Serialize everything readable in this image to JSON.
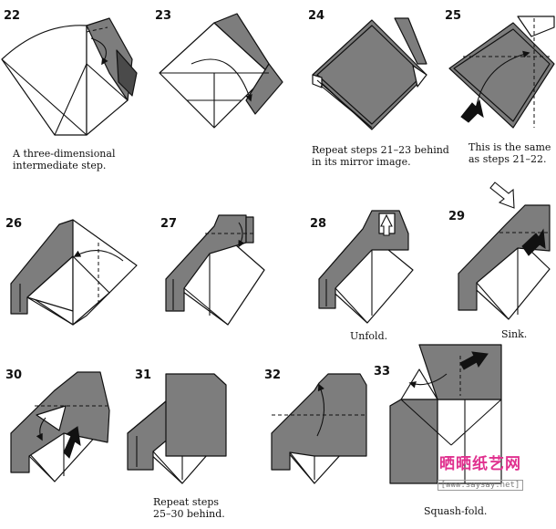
{
  "steps": [
    {
      "number": "22",
      "caption": [
        "A three-dimensional",
        "intermediate step."
      ]
    },
    {
      "number": "23",
      "caption": []
    },
    {
      "number": "24",
      "caption": [
        "Repeat steps 21–23 behind",
        "in its mirror image."
      ]
    },
    {
      "number": "25",
      "caption": [
        "This is the same",
        "as steps 21–22."
      ]
    },
    {
      "number": "26",
      "caption": []
    },
    {
      "number": "27",
      "caption": []
    },
    {
      "number": "28",
      "caption": [
        "Unfold."
      ]
    },
    {
      "number": "29",
      "caption": [
        "Sink."
      ]
    },
    {
      "number": "30",
      "caption": []
    },
    {
      "number": "31",
      "caption": [
        "Repeat steps",
        "25–30 behind."
      ]
    },
    {
      "number": "32",
      "caption": []
    },
    {
      "number": "33",
      "caption": [
        "Squash-fold."
      ]
    }
  ],
  "watermark": {
    "chinese": "晒晒纸艺网",
    "url": "[www.saysay.net]",
    "color": "#e0318f"
  }
}
